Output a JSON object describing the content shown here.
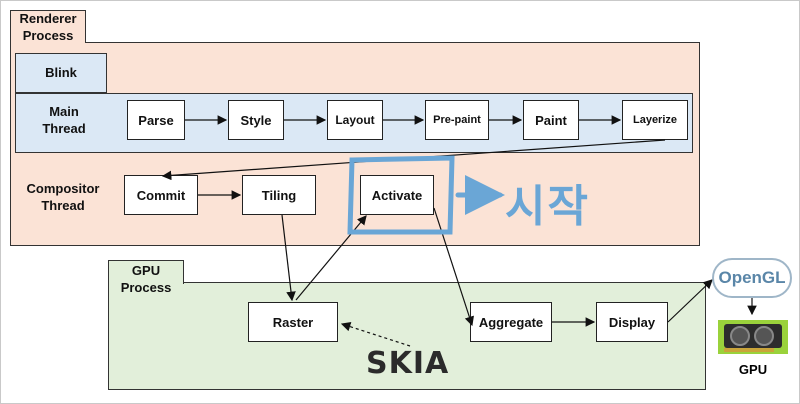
{
  "regions": {
    "renderer": "Renderer\nProcess",
    "blink": "Blink",
    "main_thread": "Main\nThread",
    "compositor_thread": "Compositor\nThread",
    "gpu_process": "GPU\nProcess"
  },
  "main_pipeline": [
    "Parse",
    "Style",
    "Layout",
    "Pre-paint",
    "Paint",
    "Layerize"
  ],
  "compositor_pipeline": [
    "Commit",
    "Tiling",
    "Activate"
  ],
  "gpu_pipeline": [
    "Raster",
    "Aggregate",
    "Display"
  ],
  "annotation": "시작",
  "logos": {
    "skia": "SKIA",
    "opengl": "OpenGL",
    "gpu": "GPU"
  },
  "colors": {
    "renderer_bg": "#fbe3d6",
    "main_thread_bg": "#dbe8f5",
    "gpu_process_bg": "#e2efda",
    "highlight": "#6aa6d6"
  }
}
